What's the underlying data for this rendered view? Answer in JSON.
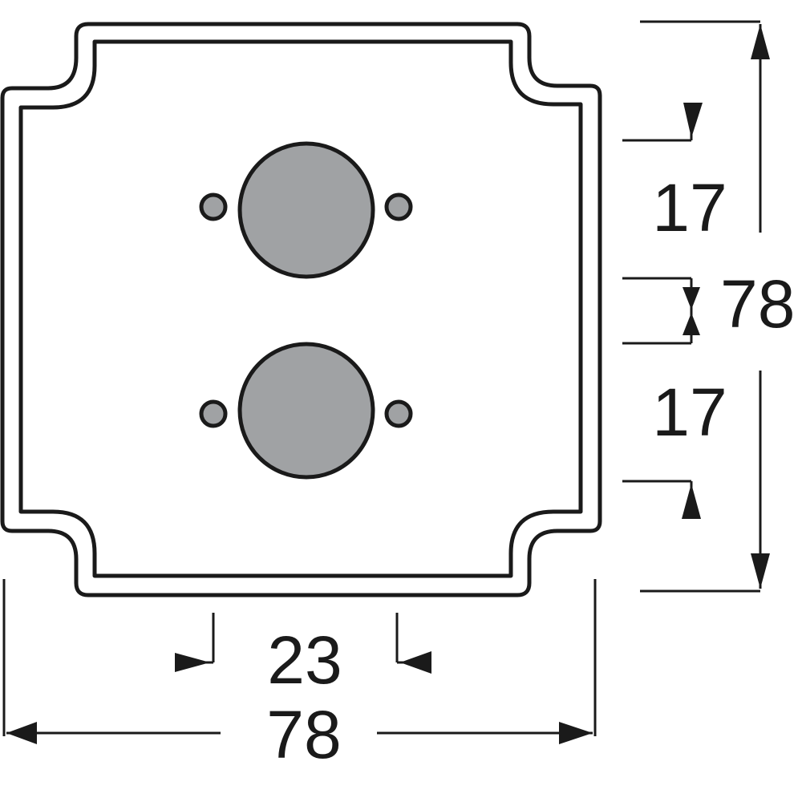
{
  "dimensions": {
    "overall_width": "78",
    "overall_height": "78",
    "hole_spacing": "23",
    "upper_offset": "17",
    "lower_offset": "17"
  },
  "colors": {
    "line": "#1a1a1a",
    "plate": "#ffffff",
    "button_fill": "#a0a2a4",
    "screw_fill": "#a0a2a4"
  },
  "components": {
    "buttons": 2,
    "screws": 4
  }
}
